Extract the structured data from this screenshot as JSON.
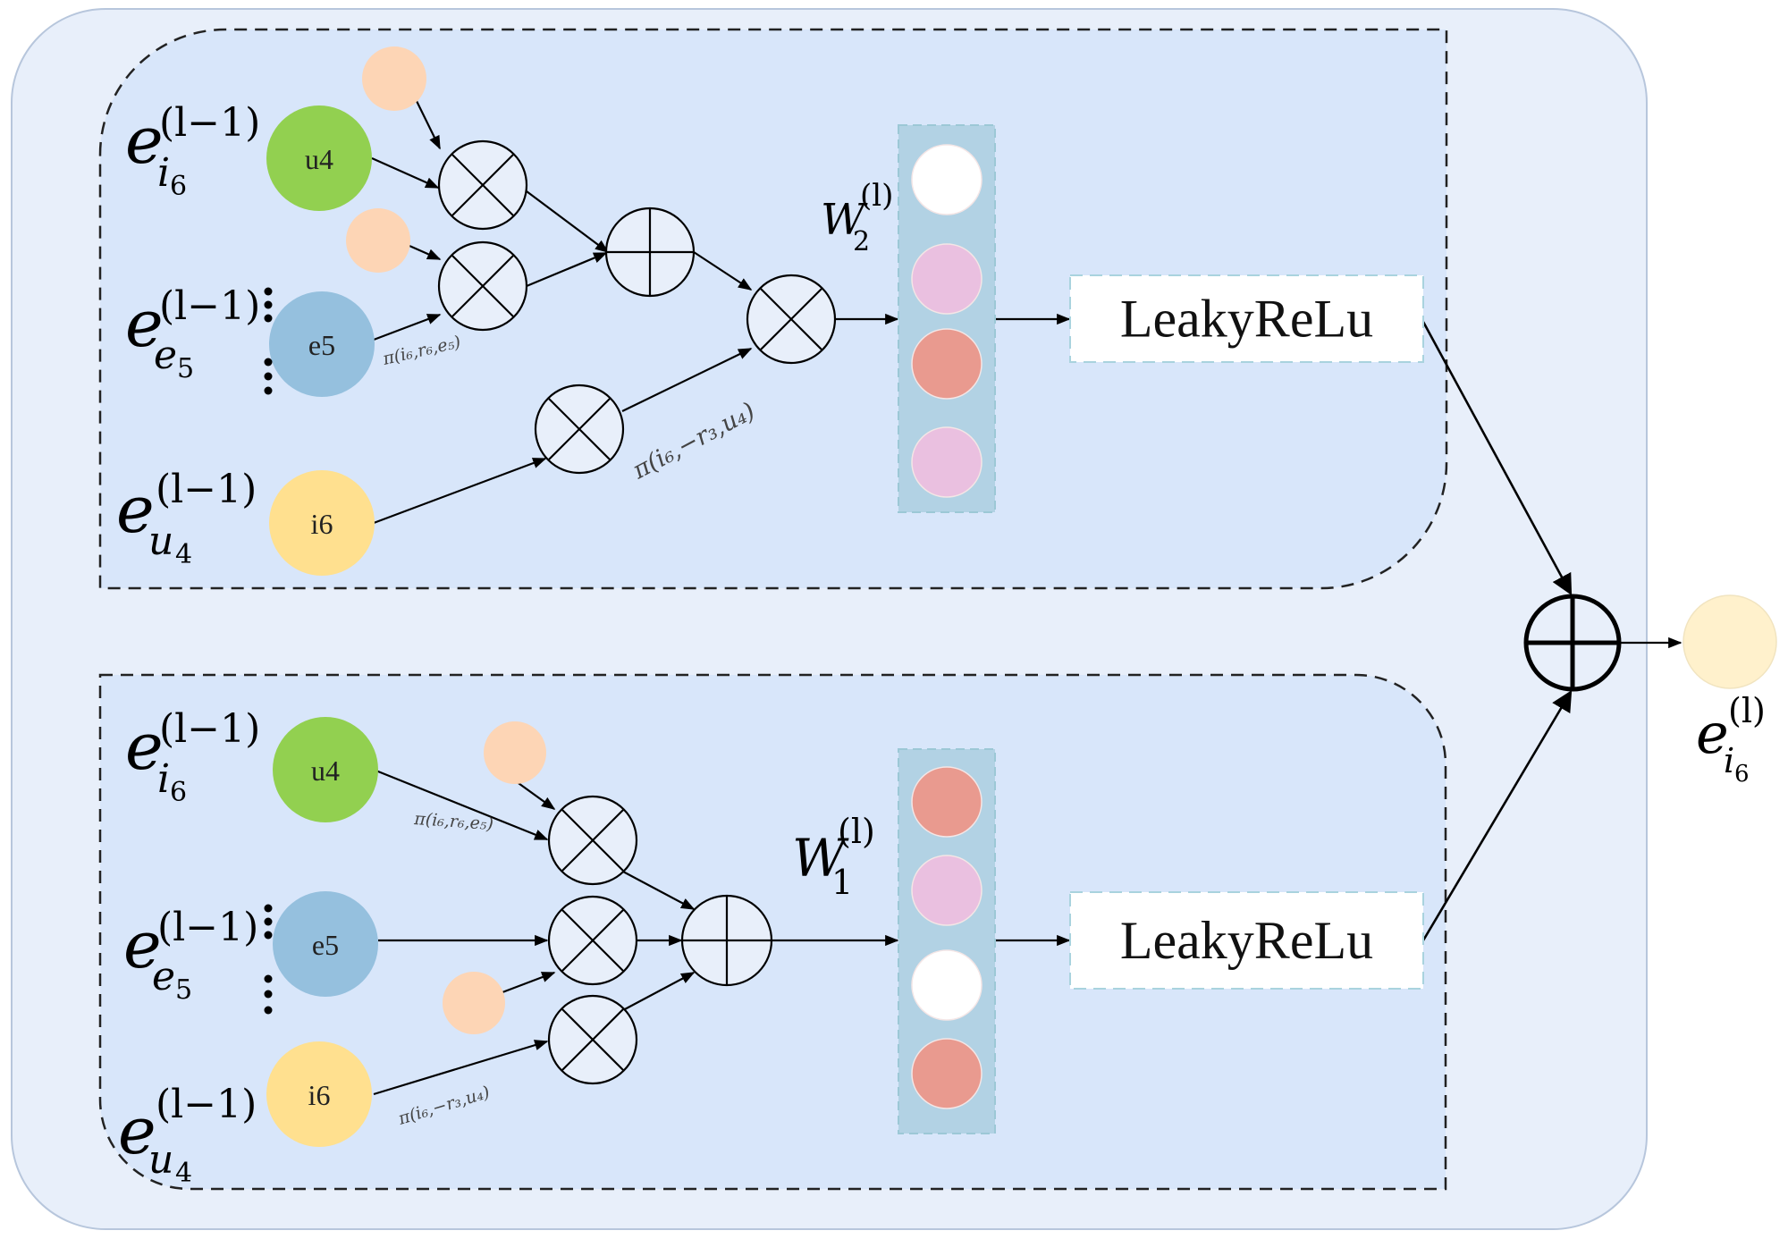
{
  "colors": {
    "outer_fill": "#e8effa",
    "outer_stroke": "#b7c6dc",
    "panel_fill": "#d8e6fa",
    "op_fill": "#e8effa",
    "column_fill": "#b2d2e4",
    "column_stroke": "#9cc8d6",
    "node_u4": "#92d050",
    "node_e5": "#95c0de",
    "node_i6": "#ffe08f",
    "peach": "#fdd5b5",
    "white": "#ffffff",
    "pink": "#eac0e0",
    "salmon": "#e99a8f",
    "output": "#fff1cc",
    "line": "#000000"
  },
  "top_panel": {
    "labels": [
      {
        "base": "e",
        "sub": "i",
        "subsub": "6",
        "sup": "(l−1)"
      },
      {
        "base": "e",
        "sub": "e",
        "subsub": "5",
        "sup": "(l−1)"
      },
      {
        "base": "e",
        "sub": "u",
        "subsub": "4",
        "sup": "(l−1)"
      }
    ],
    "nodes": [
      "u4",
      "e5",
      "i6"
    ],
    "edge_labels": [
      {
        "text": "π(i₆,r₆,e₅)"
      },
      {
        "text": "π(i₆,−r₃,u₄)"
      }
    ],
    "weight_label": {
      "base": "W",
      "sub": "2",
      "sup": "(l)"
    },
    "weight_cells": [
      "white",
      "pink",
      "salmon",
      "pink"
    ],
    "activation": "LeakyReLu"
  },
  "bottom_panel": {
    "labels": [
      {
        "base": "e",
        "sub": "i",
        "subsub": "6",
        "sup": "(l−1)"
      },
      {
        "base": "e",
        "sub": "e",
        "subsub": "5",
        "sup": "(l−1)"
      },
      {
        "base": "e",
        "sub": "u",
        "subsub": "4",
        "sup": "(l−1)"
      }
    ],
    "nodes": [
      "u4",
      "e5",
      "i6"
    ],
    "edge_labels": [
      {
        "text": "π(i₆,r₆,e₅)"
      },
      {
        "text": "π(i₆,−r₃,u₄)"
      }
    ],
    "weight_label": {
      "base": "W",
      "sub": "1",
      "sup": "(l)"
    },
    "weight_cells": [
      "salmon",
      "pink",
      "white",
      "salmon"
    ],
    "activation": "LeakyReLu"
  },
  "output": {
    "label": {
      "base": "e",
      "sub": "i",
      "subsub": "6",
      "sup": "(l)"
    }
  }
}
